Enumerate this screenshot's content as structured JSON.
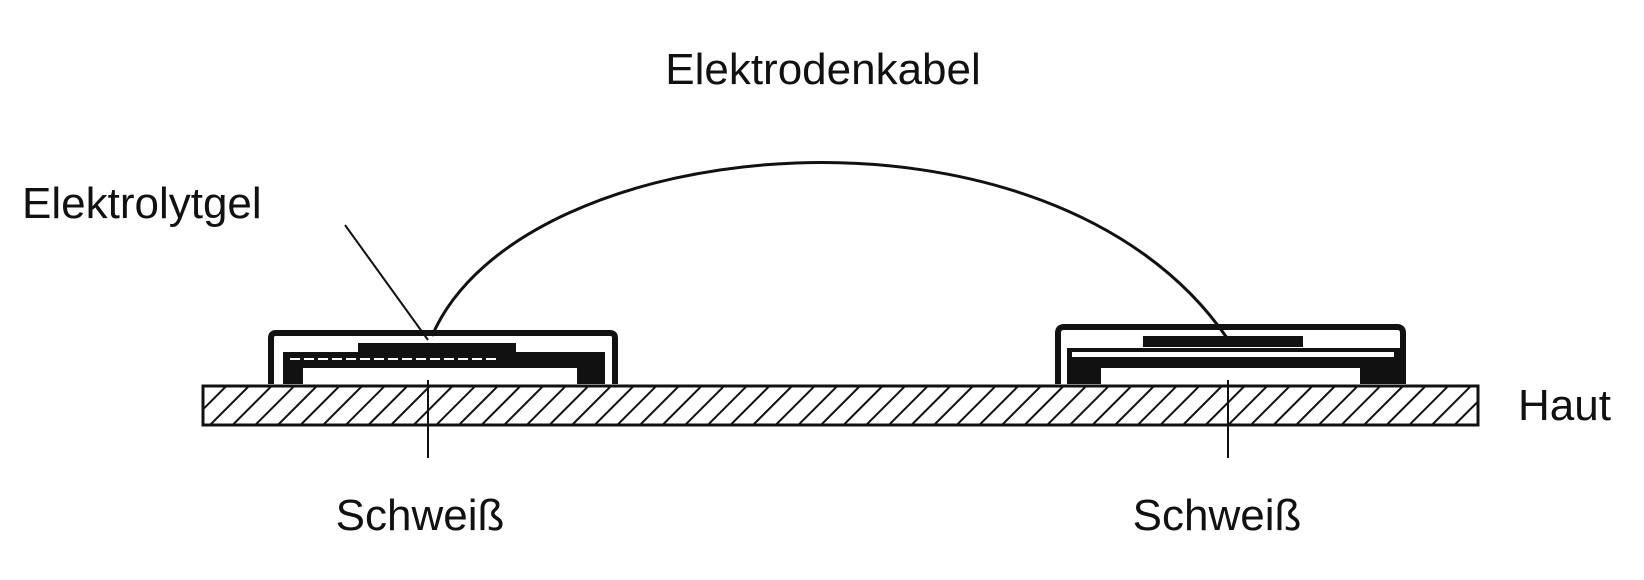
{
  "labels": {
    "cable": "Elektrodenkabel",
    "gel": "Elektrolytgel",
    "skin": "Haut",
    "sweat_left": "Schweiß",
    "sweat_right": "Schweiß"
  },
  "colors": {
    "ink": "#111111",
    "background": "#ffffff"
  }
}
